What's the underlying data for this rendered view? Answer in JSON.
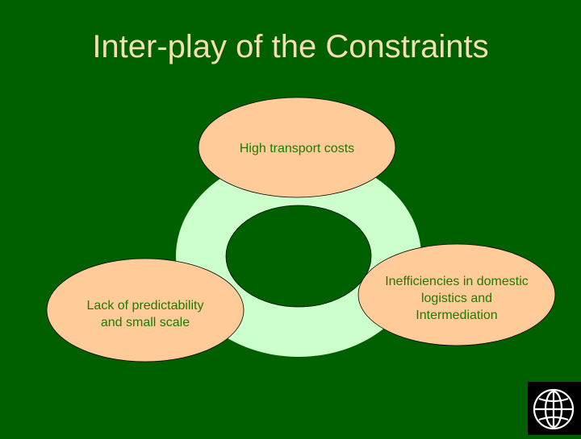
{
  "slide": {
    "title": "Inter-play of the Constraints",
    "colors": {
      "background": "#006000",
      "title": "#f5deb3",
      "ring": "#ccffcc",
      "ellipse_fill": "#ffcc99",
      "ellipse_text": "#1f7a00",
      "logo_bg": "#000000"
    }
  },
  "diagram": {
    "nodes": [
      {
        "id": "top",
        "label": "High transport costs"
      },
      {
        "id": "left",
        "label_line1": "Lack of predictability",
        "label_line2": "and small scale"
      },
      {
        "id": "right",
        "label_line1": "Inefficiencies in domestic",
        "label_line2": "logistics and",
        "label_line3": "Intermediation"
      }
    ]
  },
  "logo": {
    "icon": "globe-icon"
  }
}
